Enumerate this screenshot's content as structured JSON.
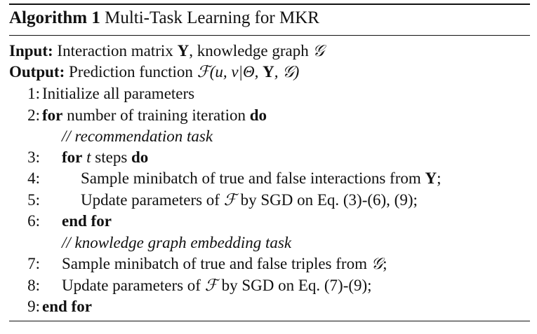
{
  "algorithm": {
    "label": "Algorithm 1",
    "title": "Multi-Task Learning for MKR",
    "input_label": "Input:",
    "input_text_1": "Interaction matrix ",
    "input_Y": "Y",
    "input_text_2": ", knowledge graph ",
    "input_G": "𝒢",
    "output_label": "Output:",
    "output_text": "Prediction function ",
    "output_formula": "ℱ(u, v|Θ, ",
    "output_Y": "Y",
    "output_tail": ", 𝒢)",
    "lines": [
      {
        "num": "1:",
        "parts": [
          "Initialize all parameters"
        ]
      },
      {
        "num": "2:",
        "kw": "for",
        "text": " number of training iteration ",
        "kw2": "do"
      },
      {
        "num": "",
        "comment": "// recommendation task"
      },
      {
        "num": "3:",
        "kw": "for",
        "var": "t",
        "text": " steps ",
        "kw2": "do"
      },
      {
        "num": "4:",
        "text": "Sample minibatch of true and false interactions from ",
        "sym": "Y",
        "tail": ";"
      },
      {
        "num": "5:",
        "text": "Update parameters of ",
        "sym": "ℱ",
        "tail": " by SGD on Eq. (3)-(6), (9);"
      },
      {
        "num": "6:",
        "kw": "end for"
      },
      {
        "num": "",
        "comment": "// knowledge graph embedding task"
      },
      {
        "num": "7:",
        "text": "Sample minibatch of true and false triples from ",
        "sym": "𝒢",
        "tail": ";"
      },
      {
        "num": "8:",
        "text": "Update parameters of ",
        "sym": "ℱ",
        "tail": " by SGD on Eq. (7)-(9);"
      },
      {
        "num": "9:",
        "kw": "end for"
      }
    ]
  }
}
